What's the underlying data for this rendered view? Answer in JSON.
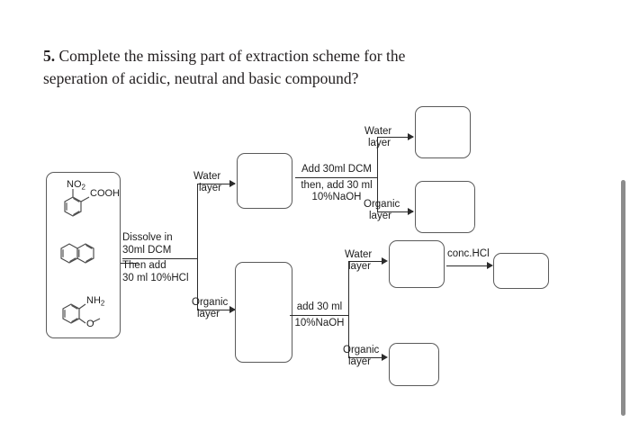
{
  "question": {
    "number": "5.",
    "line1": "Complete the missing part of extraction scheme for the",
    "line2": "seperation of acidic, neutral and basic compound?"
  },
  "diagram": {
    "title": "extraction-scheme-flowchart",
    "starting_mixture": {
      "name": "starting-mixture-box",
      "compounds": [
        {
          "id": "2-nitrobenzoic-acid",
          "ring": "benzene",
          "substituents": [
            "NO2",
            "COOH"
          ],
          "label_no2": "NO",
          "label_no2_sub": "2",
          "label_cooh": "COOH"
        },
        {
          "id": "naphthalene",
          "ring": "naphthalene",
          "substituents": []
        },
        {
          "id": "2-methoxyaniline",
          "ring": "benzene",
          "substituents": [
            "NH2",
            "OCH3"
          ],
          "label_nh2": "NH",
          "label_nh2_sub": "2",
          "label_o": "O"
        }
      ]
    },
    "steps": [
      {
        "id": "step-1-dcm-hcl",
        "above_line": "Dissolve in",
        "above_line_2": "30ml DCM",
        "below_line": "Then add",
        "below_line_2": "30 ml 10%HCl"
      },
      {
        "id": "step-2-dcm-naoh",
        "above_line": "Add 30ml DCM",
        "below_line": "then, add 30 ml",
        "below_line_2": "10%NaOH"
      },
      {
        "id": "step-3-naoh",
        "above_line": "add 30 ml",
        "below_line": "10%NaOH"
      },
      {
        "id": "step-4-conc-hcl",
        "above_line": "conc.HCl"
      }
    ],
    "branch_labels": {
      "water_line1": "Water",
      "water_line2": "layer",
      "organic_line1": "Organic",
      "organic_line2": "layer"
    },
    "answer_boxes": [
      {
        "id": "box-a-water-layer-1",
        "value": ""
      },
      {
        "id": "box-b-organic-layer-1",
        "value": ""
      },
      {
        "id": "box-c-water-layer-2",
        "value": ""
      },
      {
        "id": "box-d-organic-layer-2",
        "value": ""
      },
      {
        "id": "box-e-water-layer-3",
        "value": ""
      },
      {
        "id": "box-f-conc-hcl-product",
        "value": ""
      },
      {
        "id": "box-g-organic-layer-3",
        "value": ""
      }
    ]
  },
  "scrollbar": {
    "name": "vertical-scrollbar",
    "color": "#8c8c8c"
  }
}
